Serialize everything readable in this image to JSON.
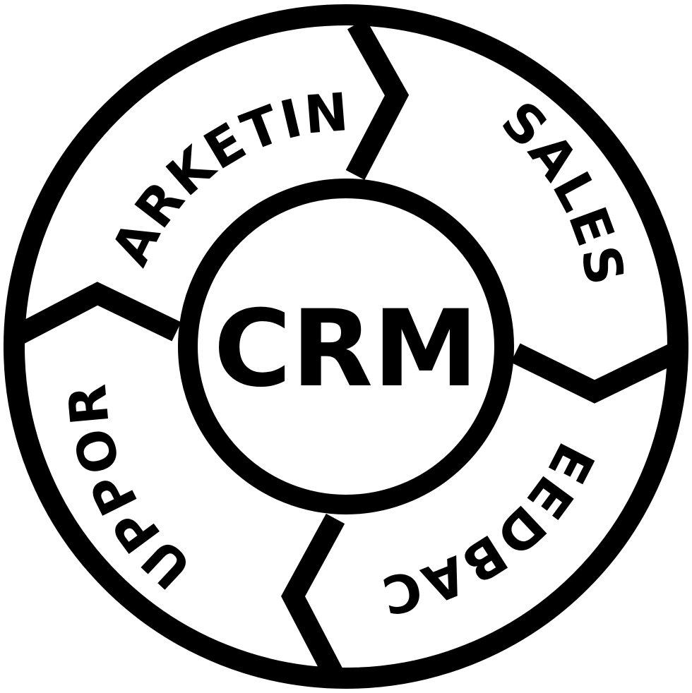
{
  "diagram": {
    "center_label": "CRM",
    "segments": [
      {
        "id": "marketing",
        "label": "MARKETING"
      },
      {
        "id": "sales",
        "label": "SALES"
      },
      {
        "id": "feedback",
        "label": "FEEDBACK"
      },
      {
        "id": "support",
        "label": "SUPPORT"
      }
    ]
  },
  "colors": {
    "stroke": "#000000",
    "fill": "#ffffff",
    "text": "#000000"
  }
}
